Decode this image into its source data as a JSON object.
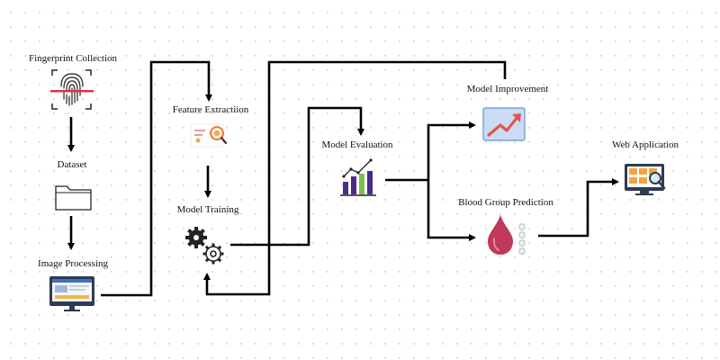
{
  "nodes": {
    "fingerprint": {
      "label": "Fingerprint Collection",
      "icon": "fingerprint-icon"
    },
    "dataset": {
      "label": "Dataset",
      "icon": "folder-icon"
    },
    "image_processing": {
      "label": "Image Processing",
      "icon": "monitor-icon"
    },
    "feature_extraction": {
      "label": "Feature Extractiion",
      "icon": "document-magnifier-icon"
    },
    "model_training": {
      "label": "Model Training",
      "icon": "gears-icon"
    },
    "model_evaluation": {
      "label": "Model Evaluation",
      "icon": "bar-chart-icon"
    },
    "model_improvement": {
      "label": "Model Improvement",
      "icon": "trend-up-icon"
    },
    "blood_group_prediction": {
      "label": "Blood Group Prediction",
      "icon": "blood-drop-icon"
    },
    "web_application": {
      "label": "Web Application",
      "icon": "web-app-monitor-icon"
    }
  },
  "colors": {
    "line": "#000000",
    "grid_dot": "#d3d3d3",
    "blood": "#c0395a",
    "chart_purple": "#4b2a8c",
    "chart_green": "#7cc04a",
    "trend_red": "#e0564d",
    "monitor_frame": "#2f3b55",
    "tile_orange": "#f4a340"
  }
}
